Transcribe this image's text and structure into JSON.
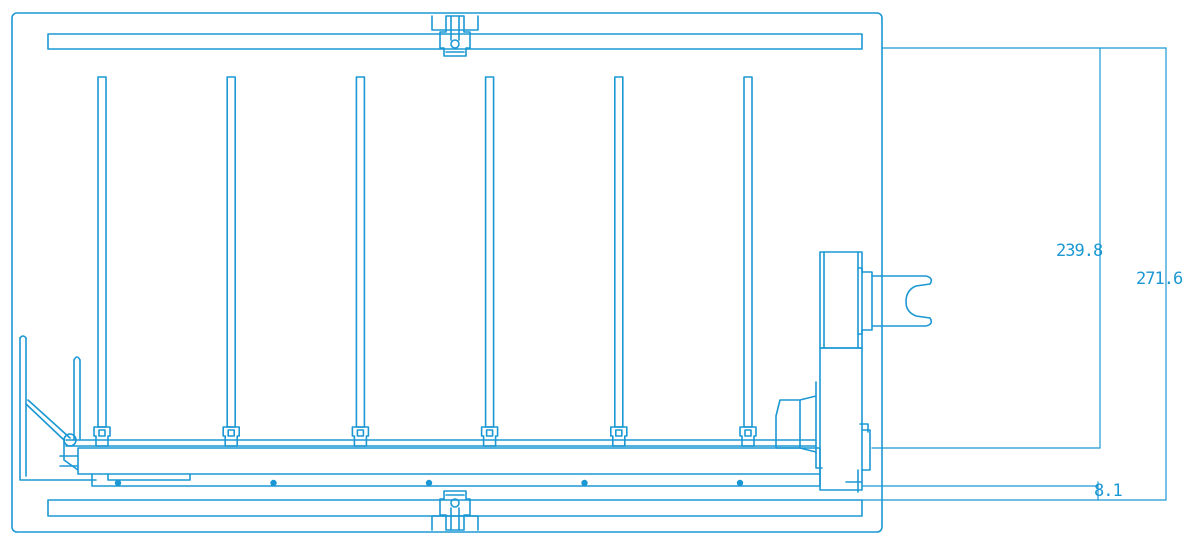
{
  "drawing": {
    "line_color": "#1b98d4",
    "background": "#ffffff",
    "dimensions": {
      "inner_height": "239.8",
      "outer_height": "271.6",
      "offset": "8.1"
    },
    "hole_count": 5,
    "rod_count": 6
  }
}
